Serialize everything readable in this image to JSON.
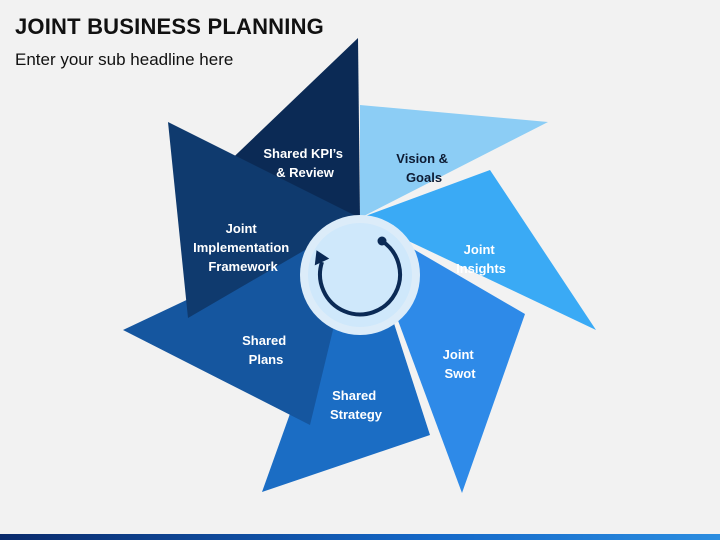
{
  "title": "JOINT BUSINESS PLANNING",
  "subtitle": "Enter your sub headline here",
  "segments": [
    {
      "key": "kpi",
      "lines": [
        "Shared KPI’s",
        "& Review"
      ],
      "color": "#0b2a55"
    },
    {
      "key": "vision",
      "lines": [
        "Vision &",
        "Goals"
      ],
      "color": "#8ccdf5"
    },
    {
      "key": "insights",
      "lines": [
        "Joint",
        "Insights"
      ],
      "color": "#3aaaf5"
    },
    {
      "key": "swot",
      "lines": [
        "Joint",
        "Swot"
      ],
      "color": "#2e8ae8"
    },
    {
      "key": "strategy",
      "lines": [
        "Shared",
        "Strategy"
      ],
      "color": "#1b6dc4"
    },
    {
      "key": "plans",
      "lines": [
        "Shared",
        "Plans"
      ],
      "color": "#15569f"
    },
    {
      "key": "framework",
      "lines": [
        "Joint",
        "Implementation",
        "Framework"
      ],
      "color": "#0f3a6e"
    }
  ],
  "center": {
    "icon": "cycle-arrow-icon",
    "fill": "#cfe8fb",
    "ring": "#0b2a55"
  }
}
